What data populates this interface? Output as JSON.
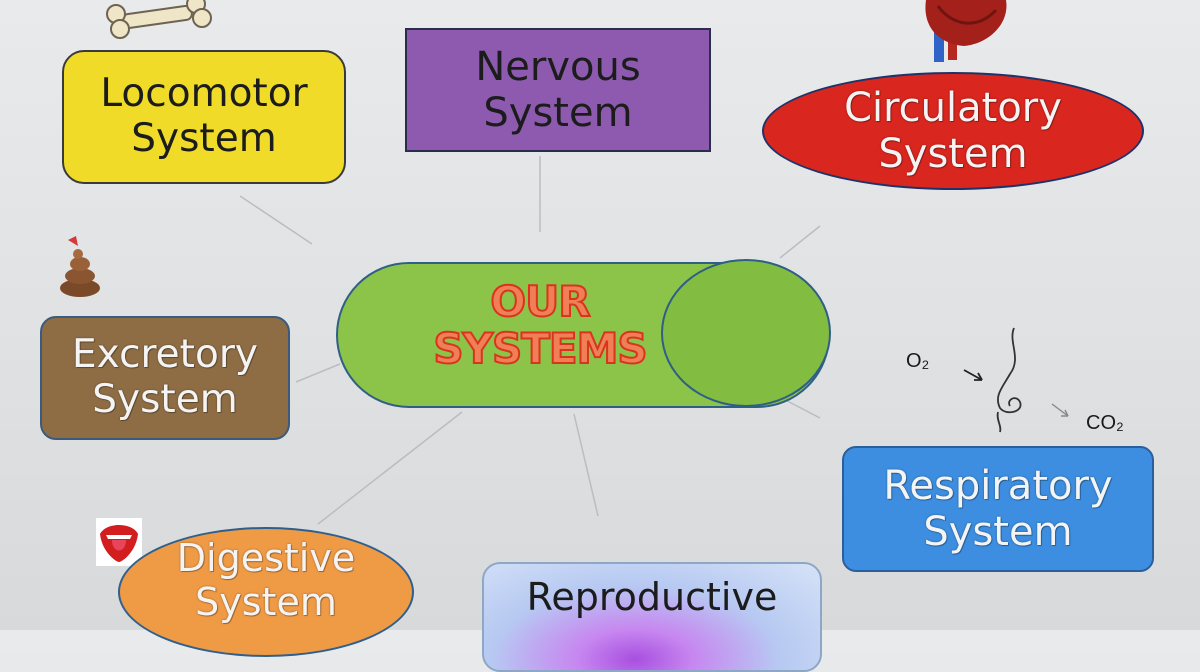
{
  "center": {
    "line1": "OUR",
    "line2": "SYSTEMS"
  },
  "systems": {
    "locomotor": {
      "line1": "Locomotor",
      "line2": "System",
      "icon": "bone-icon"
    },
    "nervous": {
      "line1": "Nervous",
      "line2": "System"
    },
    "circulatory": {
      "line1": "Circulatory",
      "line2": "System",
      "icon": "heart-icon"
    },
    "excretory": {
      "line1": "Excretory",
      "line2": "System",
      "icon": "poop-icon"
    },
    "respiratory": {
      "line1": "Respiratory",
      "line2": "System",
      "icon": "nose-icon"
    },
    "digestive": {
      "line1": "Digestive",
      "line2": "System",
      "icon": "mouth-icon"
    },
    "reproductive": {
      "line1": "Reproductive"
    }
  },
  "respiration": {
    "in_label": "O₂",
    "out_label": "CO₂"
  },
  "colors": {
    "locomotor": "#f0dc28",
    "nervous": "#8d5ab0",
    "circulatory": "#d9261e",
    "excretory": "#8e6d45",
    "respiratory": "#3d8ee0",
    "digestive": "#ef9a45",
    "center": "#8cc349",
    "center_text": "#d8341e"
  }
}
